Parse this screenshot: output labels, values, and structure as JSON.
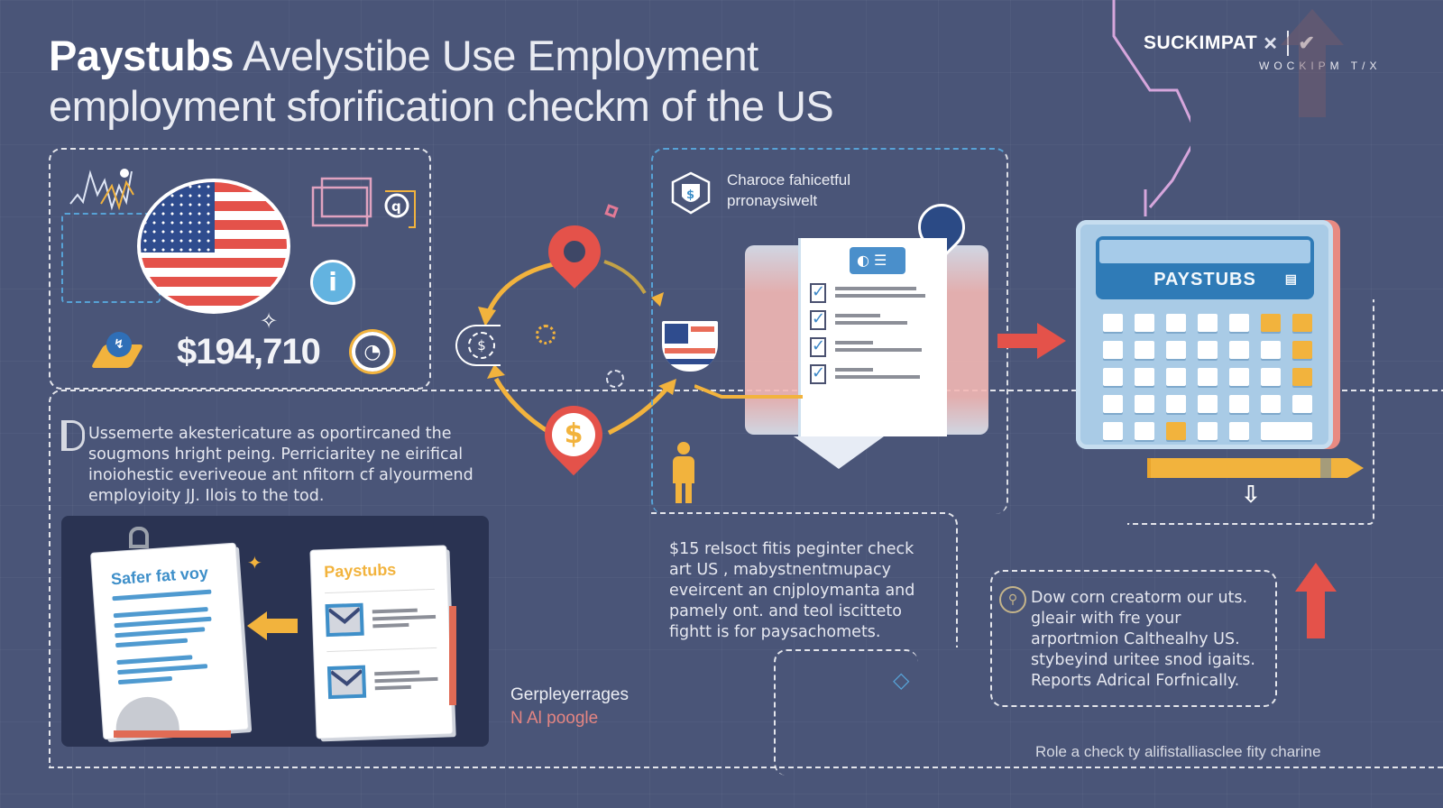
{
  "header": {
    "title_bold": "Paystubs",
    "title_rest_line1": " Avelystibe Use Employment",
    "title_line2": "employment sforification checkm of the US"
  },
  "brand": {
    "name": "SUCKIMPAT",
    "mark": "✕",
    "subtitle": "WOCKIPM  T/X"
  },
  "left_panel": {
    "amount": "$194,710",
    "icons": [
      "line-chart-icon",
      "us-flag-icon",
      "folder-icon",
      "info-icon",
      "badge-icon",
      "clock-icon",
      "sparkle-icon"
    ]
  },
  "left_text": {
    "lines": [
      "Ussemerte akestericature as oportircaned the",
      "sougmons hright peing. Perriciaritey ne eirifical",
      "inoiohestic everiveoue ant nfitorn cf alyourmend",
      "employioity JJ. Ilois to the tod."
    ]
  },
  "documents": {
    "left_doc_title": "Safer fat voy",
    "right_doc_title": "Paystubs"
  },
  "center": {
    "caption_lines": [
      "Gerpleyerrages",
      "N Al poogle"
    ],
    "pin_top_label": "location-pin",
    "pin_bottom_symbol": "$",
    "coin_symbol": "$"
  },
  "checklist_section": {
    "heading_lines": [
      "Charoce fahicetful",
      "prronaysiwelt"
    ],
    "shield_symbol": "$",
    "items": 4
  },
  "middle_text": {
    "lines": [
      "$15 relsoct fitis peginter check",
      "art US , mabystnentmupacy",
      "eveircent an cnjploymanta and",
      "pamely ont. and teol iscitteto",
      "fightt is for paysachomets."
    ]
  },
  "calculator": {
    "label": "PAYSTUBS",
    "keys": [
      [
        "w",
        "w",
        "w",
        "w",
        "w",
        "y",
        "y"
      ],
      [
        "w",
        "w",
        "w",
        "w",
        "w",
        "w",
        "y"
      ],
      [
        "w",
        "w",
        "w",
        "w",
        "w",
        "w",
        "y"
      ],
      [
        "w",
        "w",
        "w",
        "w",
        "w",
        "w",
        "w"
      ],
      [
        "w",
        "w",
        "y",
        "w",
        "w",
        "wide"
      ]
    ]
  },
  "right_text": {
    "lines": [
      "Dow corn creatorm our uts.",
      "gleair with fre your",
      "arportmion Calthealhy US.",
      "stybeyind uritee snod igaits.",
      "Reports Adrical Forfnically."
    ]
  },
  "footer": {
    "note": "Role a check ty alifistalliasclee fity charine"
  },
  "colors": {
    "background": "#4a5578",
    "accent_orange": "#f2b33d",
    "accent_red": "#e4524a",
    "accent_blue": "#57a2d6",
    "calculator_blue": "#a9cbe6"
  }
}
